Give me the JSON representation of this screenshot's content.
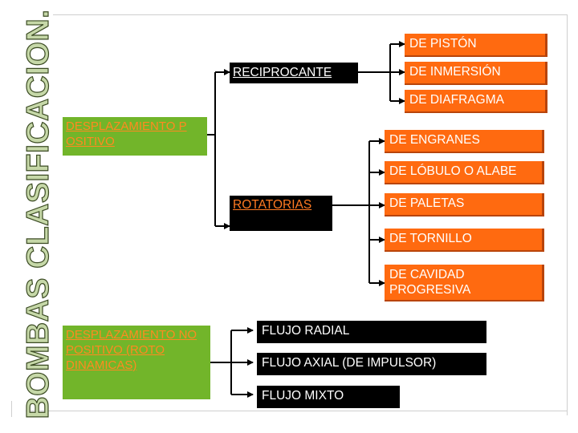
{
  "title": "BOMBAS CLASIFICACION.",
  "root": {
    "positive": "DESPLAZAMIENTO POSITIVO",
    "non_positive": "DESPLAZAMIENTO NO POSITIVO (ROTO DINAMICAS)"
  },
  "reciprocante": {
    "label": "RECIPROCANTE",
    "children": [
      "DE PISTÓN",
      "DE INMERSIÓN",
      "DE DIAFRAGMA"
    ]
  },
  "rotatorias": {
    "label": "ROTATORIAS",
    "children": [
      "DE ENGRANES",
      "DE LÓBULO O ALABE",
      "DE PALETAS",
      "DE TORNILLO",
      "DE CAVIDAD PROGRESIVA"
    ]
  },
  "flujo": [
    "FLUJO RADIAL",
    "FLUJO AXIAL (DE IMPULSOR)",
    "FLUJO MIXTO"
  ]
}
